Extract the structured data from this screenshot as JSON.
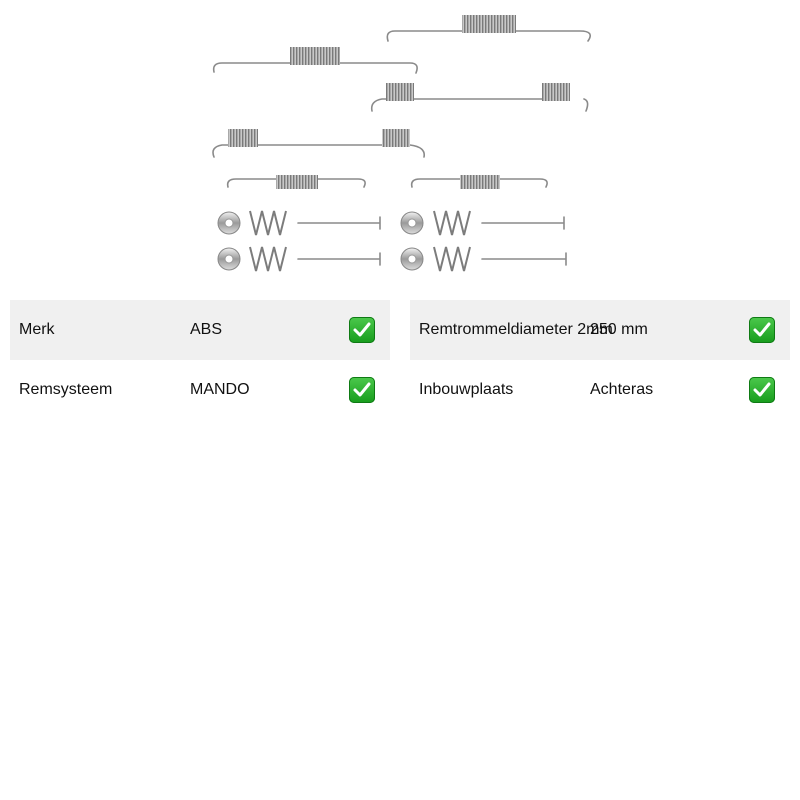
{
  "image": {
    "subject": "brake-shoe-accessory-kit"
  },
  "specs": {
    "left": [
      {
        "label": "Merk",
        "value": "ABS",
        "match": true,
        "shaded": true
      },
      {
        "label": "Remsysteem",
        "value": "MANDO",
        "match": true,
        "shaded": false
      }
    ],
    "right": [
      {
        "label": "Remtrommeldiameter 2mm",
        "value": "250 mm",
        "match": true,
        "shaded": true
      },
      {
        "label": "Inbouwplaats",
        "value": "Achteras",
        "match": true,
        "shaded": false
      }
    ]
  },
  "icons": {
    "check": "check-mark-icon"
  },
  "colors": {
    "row_shade": "#f0f0f0",
    "check_green": "#22b022"
  }
}
